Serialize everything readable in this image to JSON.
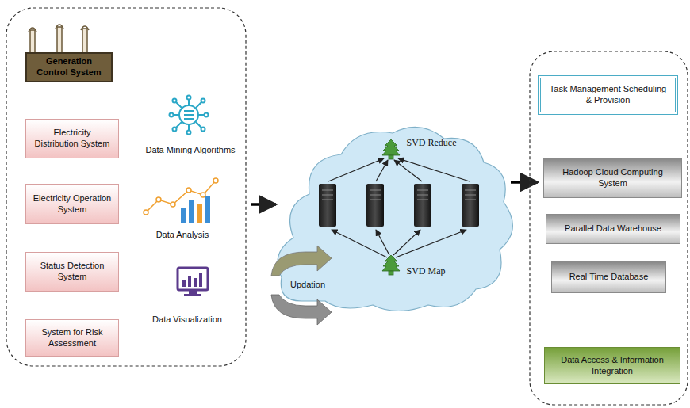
{
  "diagram": {
    "nodes": [
      {
        "text": [
          "Generation Control System"
        ]
      },
      {
        "text": [
          "Electricity Distribution System"
        ]
      },
      {
        "text": [
          "Electricity Operation System"
        ]
      },
      {
        "text": [
          "Status Detection System"
        ]
      },
      {
        "text": [
          "System for Risk Assessment"
        ]
      },
      {
        "text": [
          "Task Management Scheduling & Provision"
        ]
      },
      {
        "text": [
          "Hadoop Cloud Computing System"
        ]
      },
      {
        "text": [
          "Parallel Data Warehouse"
        ]
      },
      {
        "text": [
          "Real Time Database"
        ]
      },
      {
        "text": [
          "Data Access & Information Integration"
        ]
      }
    ],
    "labels": [
      "Data Mining Algorithms",
      "Data Analysis",
      "Data Visualization",
      "SVD Reduce",
      "SVD Map",
      "Updation"
    ]
  }
}
